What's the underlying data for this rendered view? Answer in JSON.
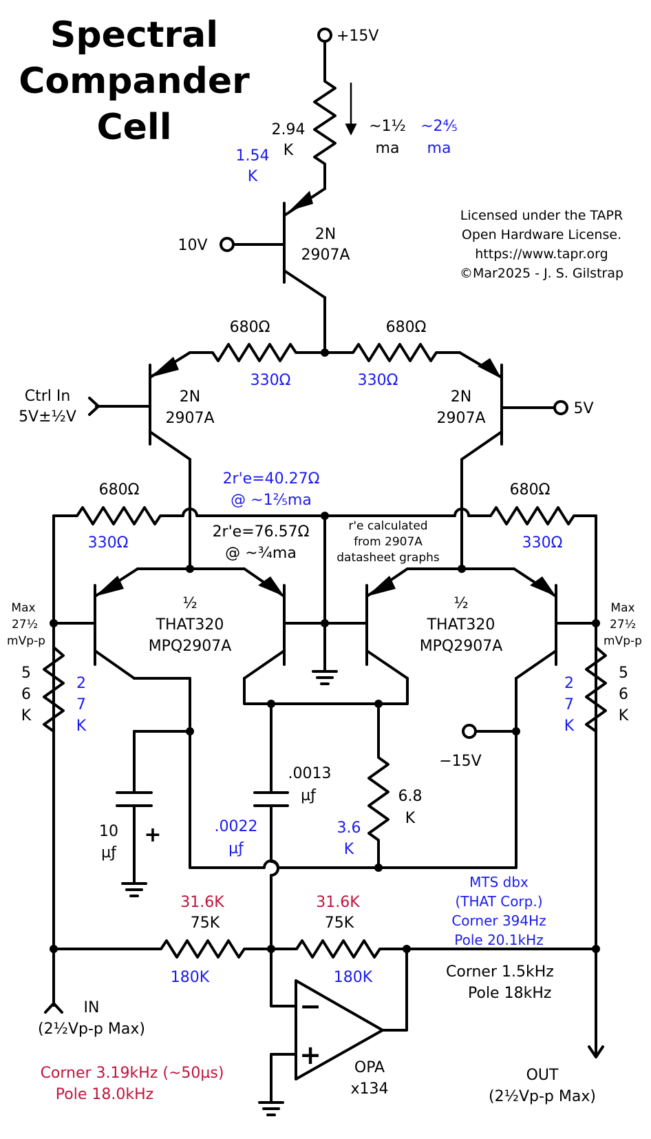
{
  "title": [
    "Spectral",
    "Compander",
    "Cell"
  ],
  "license": [
    "Licensed under the TAPR",
    "Open Hardware License.",
    "https://www.tapr.org",
    "©Mar2025 -  J. S. Gilstrap"
  ],
  "supply": {
    "v15": "+15V",
    "v10": "10V",
    "v5": "5V",
    "vneg15": "−15V"
  },
  "top_resistor": {
    "value_line1": "2.94",
    "value_line2": "K",
    "alt_line1": "1.54",
    "alt_line2": "K"
  },
  "current": {
    "line1": "~1½",
    "line2": "ma",
    "alt_line1": "~2⅘",
    "alt_line2": "ma"
  },
  "transistor_top": {
    "line1": "2N",
    "line2": "2907A"
  },
  "transistor_left": {
    "line1": "2N",
    "line2": "2907A"
  },
  "transistor_right": {
    "line1": "2N",
    "line2": "2907A"
  },
  "r680_left": {
    "value": "680Ω",
    "alt": "330Ω"
  },
  "r680_right": {
    "value": "680Ω",
    "alt": "330Ω"
  },
  "r680_outer_left": {
    "value": "680Ω",
    "alt": "330Ω"
  },
  "r680_outer_right": {
    "value": "680Ω",
    "alt": "330Ω"
  },
  "ctrl_in": {
    "line1": "Ctrl In",
    "line2": "5V±½V"
  },
  "re_blue": {
    "line1": "2r'e=40.27Ω",
    "line2": "@ ~1⅖ma"
  },
  "re_black": {
    "line1": "2r'e=76.57Ω",
    "line2": "@ ~¾ma"
  },
  "re_note": [
    "r'e calculated",
    "from 2907A",
    "datasheet graphs"
  ],
  "that_left": {
    "line1": "½",
    "line2": "THAT320",
    "line3": "MPQ2907A"
  },
  "that_right": {
    "line1": "½",
    "line2": "THAT320",
    "line3": "MPQ2907A"
  },
  "max_left": {
    "line1": "Max",
    "line2": "27½",
    "line3": "mVp-p"
  },
  "max_right": {
    "line1": "Max",
    "line2": "27½",
    "line3": "mVp-p"
  },
  "r56k_left": {
    "value": [
      "5",
      "6",
      "K"
    ],
    "alt": [
      "2",
      "7",
      "K"
    ]
  },
  "r56k_right": {
    "value": [
      "5",
      "6",
      "K"
    ],
    "alt": [
      "2",
      "7",
      "K"
    ]
  },
  "cap_10uf": {
    "line1": "10",
    "line2": "µƒ",
    "polarity": "+"
  },
  "cap_0013": {
    "line1": ".0013",
    "line2": "µƒ",
    "alt_line1": ".0022",
    "alt_line2": "µƒ"
  },
  "r68k": {
    "line1": "6.8",
    "line2": "K",
    "alt_line1": "3.6",
    "alt_line2": "K"
  },
  "r75k_left": {
    "red": "31.6K",
    "value": "75K",
    "alt": "180K"
  },
  "r75k_right": {
    "red": "31.6K",
    "value": "75K",
    "alt": "180K"
  },
  "mts": [
    "MTS dbx",
    "(THAT Corp.)",
    "Corner 394Hz",
    "Pole 20.1kHz"
  ],
  "corner_black": {
    "line1": "Corner 1.5kHz",
    "line2": "Pole  18kHz"
  },
  "corner_red": {
    "line1": "Corner 3.19kHz (~50µs)",
    "line2": "Pole 18.0kHz"
  },
  "opamp": {
    "line1": "OPA",
    "line2": "x134",
    "minus": "−",
    "plus": "+"
  },
  "input": {
    "line1": "IN",
    "line2": "(2½Vp-p Max)"
  },
  "output": {
    "line1": "OUT",
    "line2": "(2½Vp-p Max)"
  }
}
